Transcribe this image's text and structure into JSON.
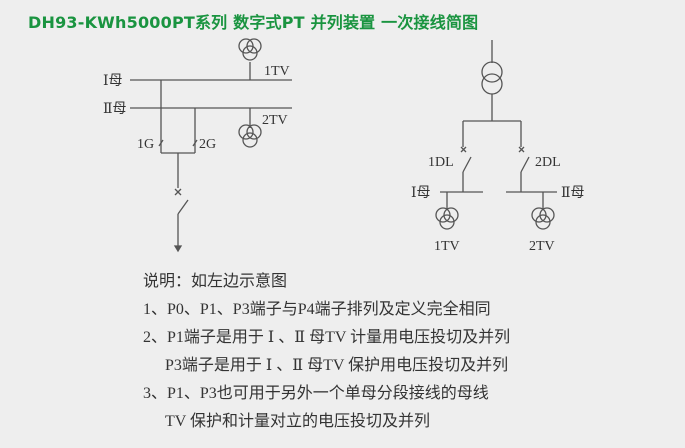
{
  "title": "DH93-KWh5000PT系列 数字式PT 并列装置 一次接线简图",
  "colors": {
    "title": "#1a9440",
    "line": "#555555",
    "background": "#eeeeee"
  },
  "left_diagram": {
    "bus1_label": "Ⅰ母",
    "bus2_label": "Ⅱ母",
    "tv1_label": "1TV",
    "tv2_label": "2TV",
    "switch1_label": "1G",
    "switch2_label": "2G"
  },
  "right_diagram": {
    "breaker1_label": "1DL",
    "breaker2_label": "2DL",
    "bus1_label": "Ⅰ母",
    "bus2_label": "Ⅱ母",
    "tv1_label": "1TV",
    "tv2_label": "2TV"
  },
  "notes": {
    "heading": "说明：如左边示意图",
    "items": [
      "1、P0、P1、P3端子与P4端子排列及定义完全相同",
      "2、P1端子是用于 Ⅰ 、Ⅱ 母TV 计量用电压投切及并列",
      "P3端子是用于 Ⅰ 、Ⅱ 母TV 保护用电压投切及并列",
      "3、P1、P3也可用于另外一个单母分段接线的母线",
      "TV 保护和计量对立的电压投切及并列"
    ]
  }
}
